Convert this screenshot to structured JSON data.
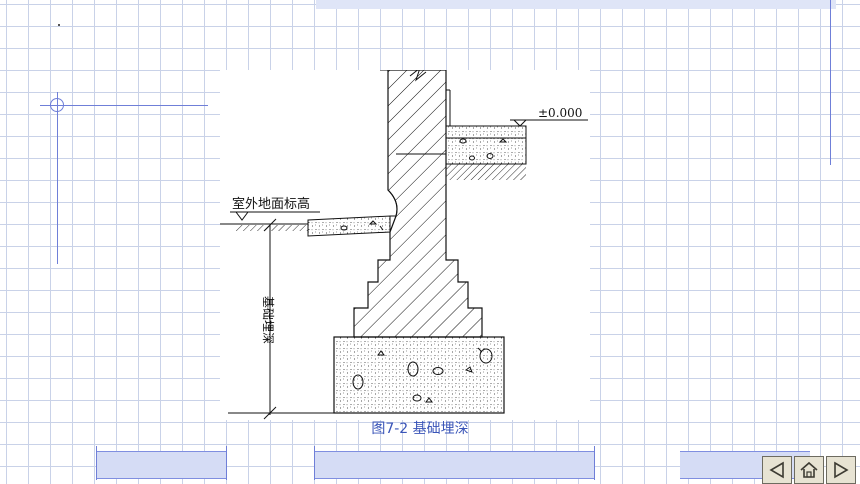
{
  "diagram": {
    "elevation_label": "±0.000",
    "outdoor_grade_label": "室外地面标高",
    "depth_label": "基础埋深"
  },
  "caption": {
    "figure_number": "图7-2",
    "title": "基础埋深"
  },
  "navigation": {
    "buttons": [
      "previous-icon",
      "home-icon",
      "next-icon"
    ]
  },
  "colors": {
    "grid": "#c9d2e8",
    "accent": "#6f7fd8",
    "caption": "#3a55b8"
  }
}
